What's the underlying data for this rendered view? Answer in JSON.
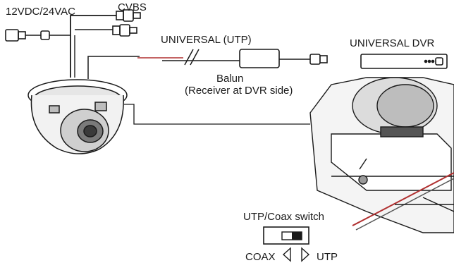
{
  "labels": {
    "power": "12VDC/24VAC",
    "cvbs": "CVBS",
    "universal_utp": "UNIVERSAL (UTP)",
    "universal_dvr": "UNIVERSAL DVR",
    "balun": "Balun",
    "balun_note": "(Receiver at DVR side)",
    "switch_title": "UTP/Coax switch",
    "coax": "COAX",
    "utp": "UTP"
  },
  "switch": {
    "position": "UTP"
  },
  "colors": {
    "line": "#1a1a1a",
    "gray": "#8a8a8a",
    "light": "#d9d9d9",
    "accent": "#b03030"
  },
  "icons": [
    "camera-dome-illustration",
    "bnc-connector-icon",
    "power-plug-icon",
    "balun-icon",
    "dvr-icon",
    "switch-icon",
    "triangle-left-icon",
    "triangle-right-icon"
  ]
}
